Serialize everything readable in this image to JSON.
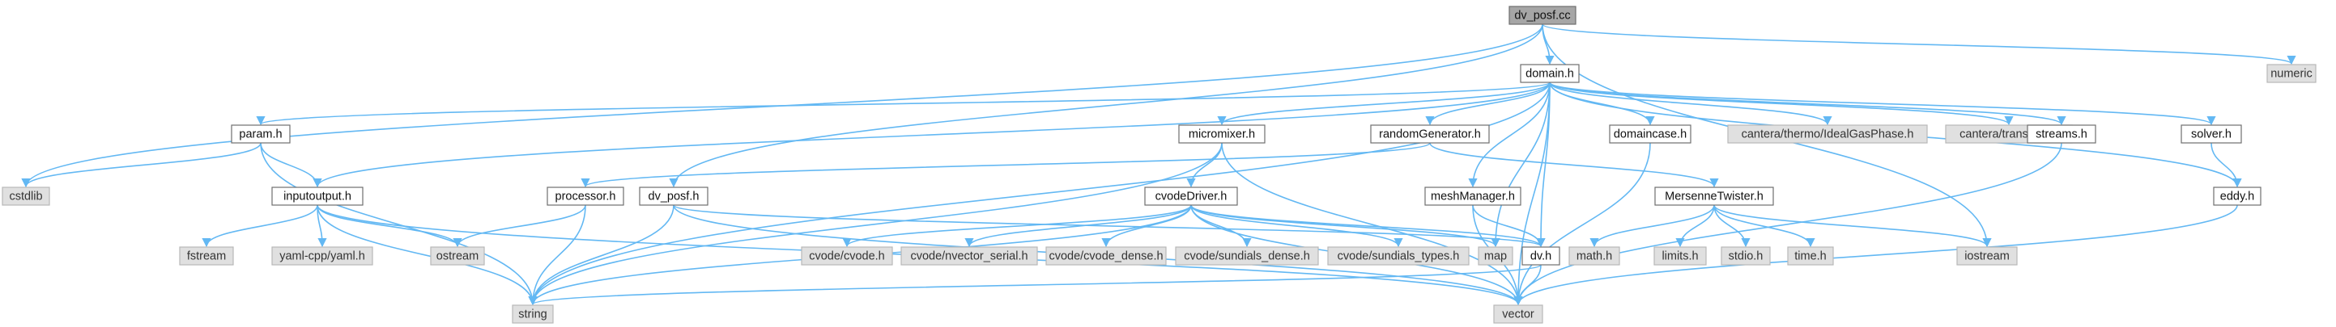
{
  "diagram": {
    "type": "include-dependency-graph",
    "root": "dv_posf.cc",
    "nodes": [
      {
        "id": "dv_posf_cc",
        "label": "dv_posf.cc",
        "kind": "root"
      },
      {
        "id": "domain_h",
        "label": "domain.h",
        "kind": "header"
      },
      {
        "id": "numeric",
        "label": "numeric",
        "kind": "external"
      },
      {
        "id": "param_h",
        "label": "param.h",
        "kind": "header"
      },
      {
        "id": "micromixer_h",
        "label": "micromixer.h",
        "kind": "header"
      },
      {
        "id": "randomGenerator_h",
        "label": "randomGenerator.h",
        "kind": "header"
      },
      {
        "id": "domaincase_h",
        "label": "domaincase.h",
        "kind": "header"
      },
      {
        "id": "idealgas",
        "label": "cantera/thermo/IdealGasPhase.h",
        "kind": "external"
      },
      {
        "id": "transport",
        "label": "cantera/transport.h",
        "kind": "external"
      },
      {
        "id": "streams_h",
        "label": "streams.h",
        "kind": "header"
      },
      {
        "id": "solver_h",
        "label": "solver.h",
        "kind": "header"
      },
      {
        "id": "cstdlib",
        "label": "cstdlib",
        "kind": "external"
      },
      {
        "id": "inputoutput_h",
        "label": "inputoutput.h",
        "kind": "header"
      },
      {
        "id": "processor_h",
        "label": "processor.h",
        "kind": "header"
      },
      {
        "id": "dv_posf_h",
        "label": "dv_posf.h",
        "kind": "header"
      },
      {
        "id": "cvodeDriver_h",
        "label": "cvodeDriver.h",
        "kind": "header"
      },
      {
        "id": "meshManager_h",
        "label": "meshManager.h",
        "kind": "header"
      },
      {
        "id": "MersenneTwister_h",
        "label": "MersenneTwister.h",
        "kind": "header"
      },
      {
        "id": "eddy_h",
        "label": "eddy.h",
        "kind": "header"
      },
      {
        "id": "fstream",
        "label": "fstream",
        "kind": "external"
      },
      {
        "id": "yaml",
        "label": "yaml-cpp/yaml.h",
        "kind": "external"
      },
      {
        "id": "ostream",
        "label": "ostream",
        "kind": "external"
      },
      {
        "id": "cvode_h",
        "label": "cvode/cvode.h",
        "kind": "external"
      },
      {
        "id": "nvector",
        "label": "cvode/nvector_serial.h",
        "kind": "external"
      },
      {
        "id": "cvode_dense",
        "label": "cvode/cvode_dense.h",
        "kind": "external"
      },
      {
        "id": "sundials_dense",
        "label": "cvode/sundials_dense.h",
        "kind": "external"
      },
      {
        "id": "sundials_types",
        "label": "cvode/sundials_types.h",
        "kind": "external"
      },
      {
        "id": "map",
        "label": "map",
        "kind": "external"
      },
      {
        "id": "dv_h",
        "label": "dv.h",
        "kind": "header"
      },
      {
        "id": "math_h",
        "label": "math.h",
        "kind": "external"
      },
      {
        "id": "limits_h",
        "label": "limits.h",
        "kind": "external"
      },
      {
        "id": "stdio_h",
        "label": "stdio.h",
        "kind": "external"
      },
      {
        "id": "time_h",
        "label": "time.h",
        "kind": "external"
      },
      {
        "id": "iostream",
        "label": "iostream",
        "kind": "external"
      },
      {
        "id": "string",
        "label": "string",
        "kind": "external"
      },
      {
        "id": "vector",
        "label": "vector",
        "kind": "external"
      }
    ],
    "edges": [
      [
        "dv_posf_cc",
        "domain_h"
      ],
      [
        "dv_posf_cc",
        "numeric"
      ],
      [
        "dv_posf_cc",
        "cstdlib"
      ],
      [
        "dv_posf_cc",
        "dv_posf_h"
      ],
      [
        "dv_posf_cc",
        "iostream"
      ],
      [
        "domain_h",
        "param_h"
      ],
      [
        "domain_h",
        "micromixer_h"
      ],
      [
        "domain_h",
        "randomGenerator_h"
      ],
      [
        "domain_h",
        "domaincase_h"
      ],
      [
        "domain_h",
        "idealgas"
      ],
      [
        "domain_h",
        "transport"
      ],
      [
        "domain_h",
        "streams_h"
      ],
      [
        "domain_h",
        "solver_h"
      ],
      [
        "domain_h",
        "inputoutput_h"
      ],
      [
        "domain_h",
        "string"
      ],
      [
        "domain_h",
        "dv_h"
      ],
      [
        "domain_h",
        "map"
      ],
      [
        "domain_h",
        "meshManager_h"
      ],
      [
        "domain_h",
        "vector"
      ],
      [
        "domain_h",
        "eddy_h"
      ],
      [
        "param_h",
        "cstdlib"
      ],
      [
        "param_h",
        "inputoutput_h"
      ],
      [
        "param_h",
        "string"
      ],
      [
        "micromixer_h",
        "cvodeDriver_h"
      ],
      [
        "micromixer_h",
        "string"
      ],
      [
        "micromixer_h",
        "vector"
      ],
      [
        "randomGenerator_h",
        "processor_h"
      ],
      [
        "randomGenerator_h",
        "MersenneTwister_h"
      ],
      [
        "domaincase_h",
        "vector"
      ],
      [
        "streams_h",
        "vector"
      ],
      [
        "solver_h",
        "eddy_h"
      ],
      [
        "inputoutput_h",
        "fstream"
      ],
      [
        "inputoutput_h",
        "yaml"
      ],
      [
        "inputoutput_h",
        "ostream"
      ],
      [
        "inputoutput_h",
        "string"
      ],
      [
        "inputoutput_h",
        "vector"
      ],
      [
        "processor_h",
        "ostream"
      ],
      [
        "processor_h",
        "string"
      ],
      [
        "dv_posf_h",
        "dv_h"
      ],
      [
        "dv_posf_h",
        "string"
      ],
      [
        "dv_posf_h",
        "vector"
      ],
      [
        "cvodeDriver_h",
        "cvode_h"
      ],
      [
        "cvodeDriver_h",
        "nvector"
      ],
      [
        "cvodeDriver_h",
        "cvode_dense"
      ],
      [
        "cvodeDriver_h",
        "sundials_dense"
      ],
      [
        "cvodeDriver_h",
        "sundials_types"
      ],
      [
        "cvodeDriver_h",
        "map"
      ],
      [
        "cvodeDriver_h",
        "dv_h"
      ],
      [
        "cvodeDriver_h",
        "string"
      ],
      [
        "cvodeDriver_h",
        "vector"
      ],
      [
        "meshManager_h",
        "dv_h"
      ],
      [
        "meshManager_h",
        "vector"
      ],
      [
        "MersenneTwister_h",
        "math_h"
      ],
      [
        "MersenneTwister_h",
        "limits_h"
      ],
      [
        "MersenneTwister_h",
        "stdio_h"
      ],
      [
        "MersenneTwister_h",
        "time_h"
      ],
      [
        "MersenneTwister_h",
        "iostream"
      ],
      [
        "eddy_h",
        "vector"
      ],
      [
        "dv_h",
        "string"
      ],
      [
        "dv_h",
        "vector"
      ]
    ]
  },
  "colors": {
    "edge": "#63b8f3",
    "header_fill": "#ffffff",
    "header_stroke": "#6f6f6f",
    "external_fill": "#e0e0e0",
    "external_stroke": "#b7b7b7",
    "root_fill": "#a6a6a6"
  }
}
